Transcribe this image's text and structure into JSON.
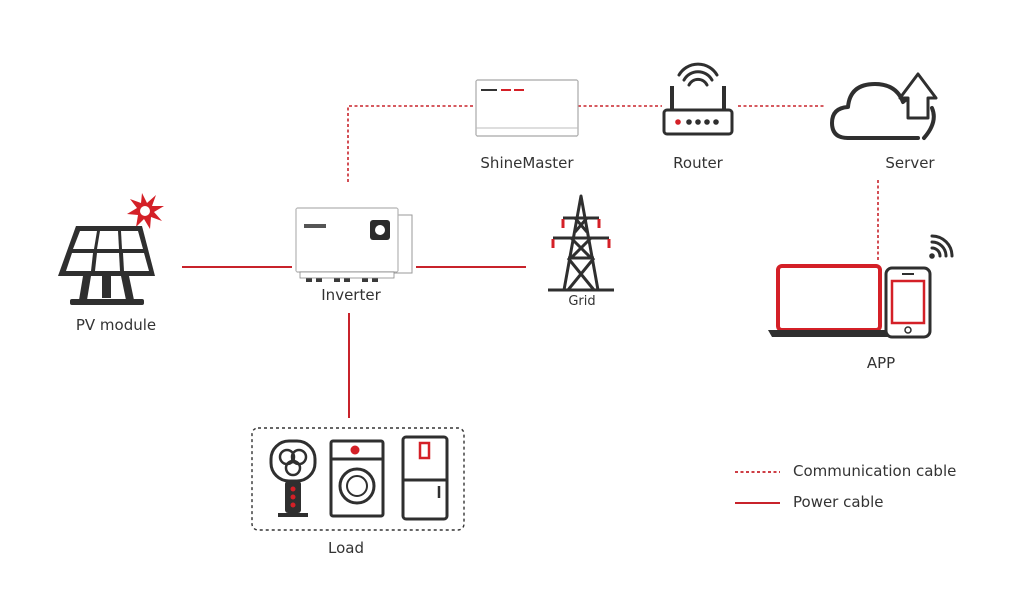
{
  "colors": {
    "accent": "#d42027",
    "line": "#c8232b",
    "icon": "#2f2f2f",
    "text": "#333333"
  },
  "nodes": {
    "pv_module": "PV module",
    "inverter": "Inverter",
    "grid": "Grid",
    "load": "Load",
    "shinemaster": "ShineMaster",
    "router": "Router",
    "server": "Server",
    "app": "APP"
  },
  "connections": [
    {
      "from": "PV module",
      "to": "Inverter",
      "type": "Power cable"
    },
    {
      "from": "Inverter",
      "to": "Grid",
      "type": "Power cable"
    },
    {
      "from": "Inverter",
      "to": "Load",
      "type": "Power cable"
    },
    {
      "from": "Inverter",
      "to": "ShineMaster",
      "type": "Communication cable"
    },
    {
      "from": "ShineMaster",
      "to": "Router",
      "type": "Communication cable"
    },
    {
      "from": "Router",
      "to": "Server",
      "type": "Communication cable"
    },
    {
      "from": "Server",
      "to": "APP",
      "type": "Communication cable"
    }
  ],
  "legend": {
    "communication": "Communication cable",
    "power": "Power cable"
  }
}
